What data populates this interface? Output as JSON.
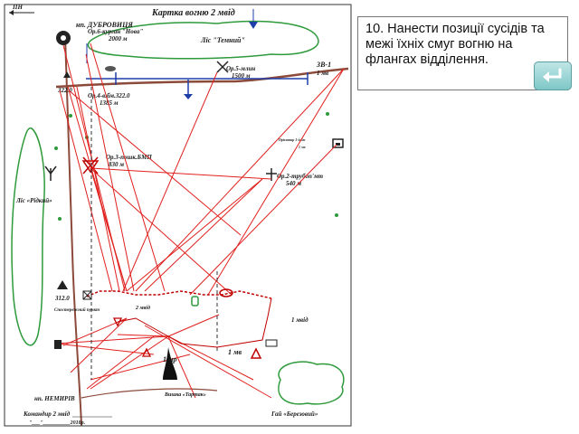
{
  "map": {
    "compass": "ПН",
    "title": "Картка вогню 2 мвід",
    "village_top": "нп. ДУБРОВИЦЯ",
    "village_bottom": "нп. НЕМИРІВ",
    "forest_top": "Ліс \"Темний\"",
    "forest_left": "Ліс «Рідкий»",
    "grove": "Гай «Березовий»",
    "tower": "Вишка «Тартак»",
    "height_322": "322.0",
    "height_312": "312.0",
    "observation_post": "Спостережний пункт",
    "squad_label": "1 мвід",
    "squad_label_2": "2 мвід",
    "mg_label": "1 мв",
    "mr_label": "1 мр",
    "ref_points": [
      {
        "name": "Ор.6-курган \"Нова\"",
        "dist": "2000 м"
      },
      {
        "name": "Ор.5-млин",
        "dist": "1500 м"
      },
      {
        "name": "Ор.4-в.бм.322.0",
        "dist": "1385 м"
      },
      {
        "name": "Ор.3-пошк.БМП",
        "dist": "830 м"
      },
      {
        "name": "Ор.2-трубоп'мт",
        "dist": "540 м"
      },
      {
        "name": "ЗВ-1",
        "dist": "1 мв"
      }
    ],
    "small_note": "Орієнтир 1-й бм",
    "small_note_2": "1 мв",
    "commander": "Командир 2 мвід",
    "date_line": "\"___\"__________2018р."
  },
  "task": {
    "text": "10. Нанести позиції сусідів та межі їхніх смуг вогню на флангах відділення.",
    "enter_icon": "enter-icon"
  }
}
